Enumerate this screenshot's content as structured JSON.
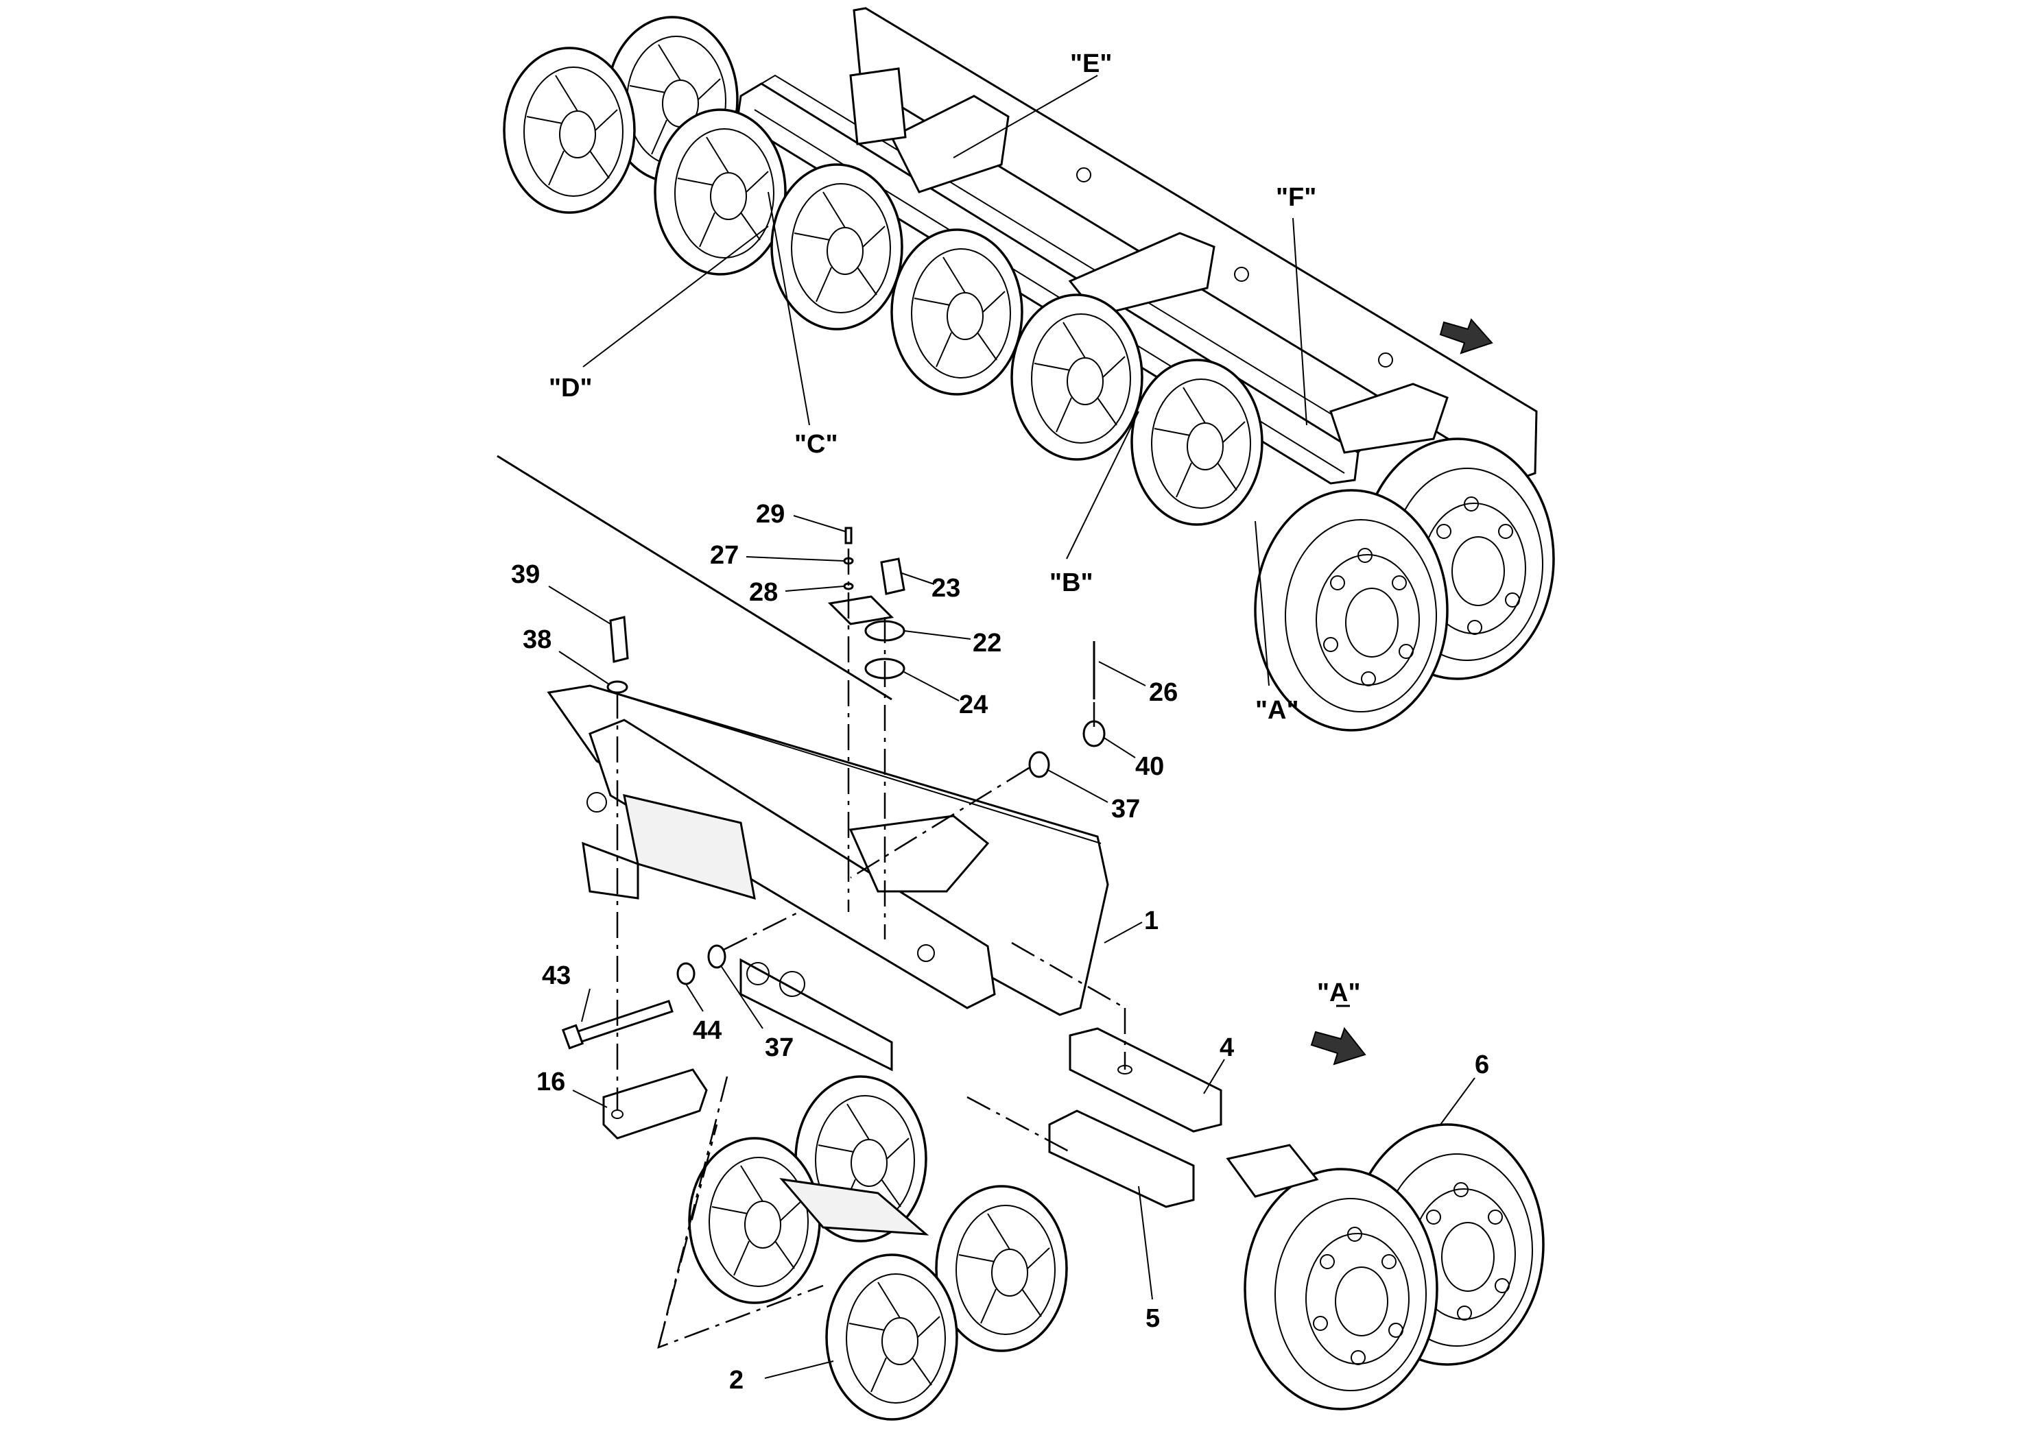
{
  "views": {
    "detail_A": {
      "label": "\"A\""
    }
  },
  "labels": {
    "E": "\"E\"",
    "F": "\"F\"",
    "D": "\"D\"",
    "C": "\"C\"",
    "B": "\"B\"",
    "A": "\"A\"",
    "p29": "29",
    "p27": "27",
    "p28": "28",
    "p23": "23",
    "p22": "22",
    "p24": "24",
    "p39": "39",
    "p38": "38",
    "p26": "26",
    "p40": "40",
    "p37a": "37",
    "p37b": "37",
    "p1": "1",
    "p43": "43",
    "p44": "44",
    "p16": "16",
    "p4": "4",
    "p6": "6",
    "p5": "5",
    "p2": "2"
  },
  "icons": {
    "direction_arrow": "arrow-right-down-icon"
  }
}
